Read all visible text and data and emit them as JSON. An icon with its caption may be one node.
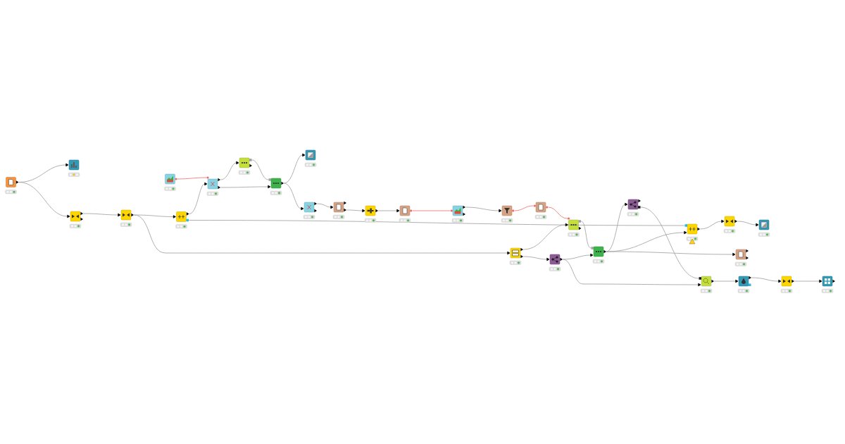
{
  "diagram": {
    "nodes": [
      {
        "text": [],
        "shape": "box"
      },
      {
        "text": [],
        "shape": "box"
      },
      {
        "text": [],
        "shape": "box"
      },
      {
        "text": [],
        "shape": "box"
      },
      {
        "text": [],
        "shape": "box"
      },
      {
        "text": [],
        "shape": "box"
      },
      {
        "text": [],
        "shape": "box"
      },
      {
        "text": [],
        "shape": "box"
      },
      {
        "text": [],
        "shape": "box"
      },
      {
        "text": [],
        "shape": "box"
      },
      {
        "text": [],
        "shape": "box"
      },
      {
        "text": [],
        "shape": "box"
      },
      {
        "text": [],
        "shape": "box"
      },
      {
        "text": [],
        "shape": "box"
      },
      {
        "text": [],
        "shape": "box"
      },
      {
        "text": [],
        "shape": "box"
      },
      {
        "text": [],
        "shape": "box"
      },
      {
        "text": [],
        "shape": "box"
      },
      {
        "text": [],
        "shape": "box"
      },
      {
        "text": [],
        "shape": "box"
      },
      {
        "text": [],
        "shape": "box"
      },
      {
        "text": [],
        "shape": "box"
      },
      {
        "text": [],
        "shape": "box"
      },
      {
        "text": [],
        "shape": "box"
      },
      {
        "text": [],
        "shape": "box"
      },
      {
        "text": [],
        "shape": "box"
      },
      {
        "text": [],
        "shape": "box"
      },
      {
        "text": [],
        "shape": "box"
      },
      {
        "text": [],
        "shape": "box"
      },
      {
        "text": [],
        "shape": "box"
      }
    ],
    "edges": [
      {
        "from": 0,
        "to": 1,
        "arrow": "to"
      },
      {
        "from": 0,
        "to": 2,
        "arrow": "to"
      },
      {
        "from": 2,
        "to": 3,
        "arrow": "to"
      },
      {
        "from": 3,
        "to": 4,
        "arrow": "to"
      },
      {
        "from": 3,
        "to": 18,
        "arrow": "to"
      },
      {
        "from": 4,
        "to": 6,
        "arrow": "to"
      },
      {
        "from": 5,
        "to": 6,
        "arrow": "none",
        "color": "#ef6b6b"
      },
      {
        "from": 6,
        "to": 7,
        "arrow": "to"
      },
      {
        "from": 6,
        "to": 8,
        "arrow": "to"
      },
      {
        "from": 7,
        "to": 8,
        "arrow": "none"
      },
      {
        "from": 8,
        "to": 9,
        "arrow": "to"
      },
      {
        "from": 8,
        "to": 10,
        "arrow": "to"
      },
      {
        "from": 10,
        "to": 11,
        "arrow": "to"
      },
      {
        "from": 11,
        "to": 12,
        "arrow": "to"
      },
      {
        "from": 12,
        "to": 13,
        "arrow": "to"
      },
      {
        "from": 13,
        "to": 14,
        "arrow": "none",
        "color": "#ef6b6b"
      },
      {
        "from": 14,
        "to": 15,
        "arrow": "to"
      },
      {
        "from": 15,
        "to": 16,
        "arrow": "none",
        "color": "#ef6b6b"
      },
      {
        "from": 16,
        "to": 17,
        "arrow": "none",
        "color": "#ef6b6b"
      },
      {
        "from": 4,
        "to": 22,
        "arrow": "none"
      },
      {
        "from": 18,
        "to": 17,
        "arrow": "to"
      },
      {
        "from": 18,
        "to": 19,
        "arrow": "to"
      },
      {
        "from": 17,
        "to": 20,
        "arrow": "none"
      },
      {
        "from": 19,
        "to": 20,
        "arrow": "to"
      },
      {
        "from": 19,
        "to": 26,
        "arrow": "to"
      },
      {
        "from": 20,
        "to": 21,
        "arrow": "to"
      },
      {
        "from": 20,
        "to": 22,
        "arrow": "to"
      },
      {
        "from": 20,
        "to": 25,
        "arrow": "to"
      },
      {
        "from": 21,
        "to": 26,
        "arrow": "none"
      },
      {
        "from": 22,
        "to": 23,
        "arrow": "to"
      },
      {
        "from": 23,
        "to": 24,
        "arrow": "to"
      },
      {
        "from": 26,
        "to": 27,
        "arrow": "to"
      },
      {
        "from": 27,
        "to": 28,
        "arrow": "to"
      },
      {
        "from": 28,
        "to": 29,
        "arrow": "to"
      }
    ]
  }
}
